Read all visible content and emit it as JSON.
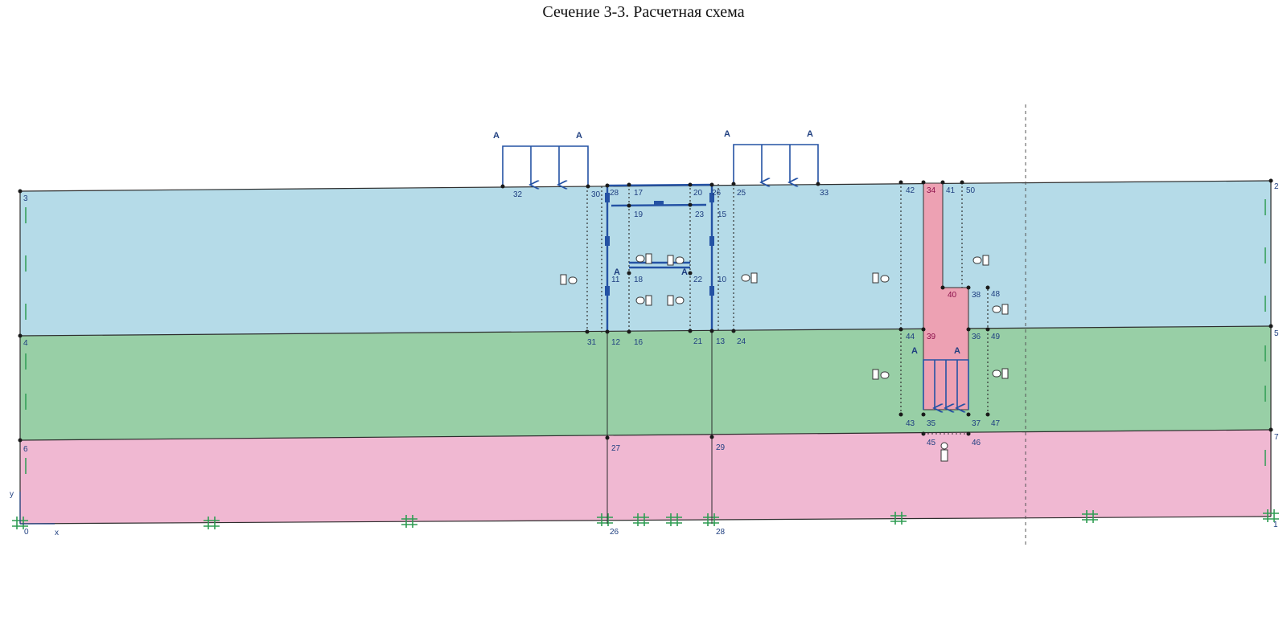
{
  "title": "Сечение 3-3. Расчетная схема",
  "colors": {
    "layer_top": "#b5dbe8",
    "layer_middle": "#98cfa6",
    "layer_bottom": "#f0b8d2",
    "structure": "#2452a4",
    "pile_fill": "#eda1b3",
    "grid": "#2d2d2d",
    "mesh": "#2e9c52"
  },
  "loads": {
    "label": "A"
  },
  "points": {
    "p0": "0",
    "p1": "1",
    "p2": "2",
    "p3": "3",
    "p4": "4",
    "p5": "5",
    "p6": "6",
    "p7": "7",
    "p10": "10",
    "p11": "11",
    "p12": "12",
    "p13": "13",
    "p15": "15",
    "p16": "16",
    "p17": "17",
    "p18": "18",
    "p19": "19",
    "p20": "20",
    "p21": "21",
    "p22": "22",
    "p23": "23",
    "p24": "24",
    "p25": "25",
    "p26": "26",
    "p27": "27",
    "p28": "28",
    "p29": "29",
    "p30": "30",
    "p31": "31",
    "p32": "32",
    "p33": "33",
    "p34": "34",
    "p35": "35",
    "p36": "36",
    "p37": "37",
    "p38": "38",
    "p39": "39",
    "p40": "40",
    "p41": "41",
    "p42": "42",
    "p43": "43",
    "p44": "44",
    "p45": "45",
    "p46": "46",
    "p47": "47",
    "p48": "48",
    "p49": "49",
    "p50": "50"
  },
  "axes": {
    "x": "x",
    "y": "y"
  }
}
